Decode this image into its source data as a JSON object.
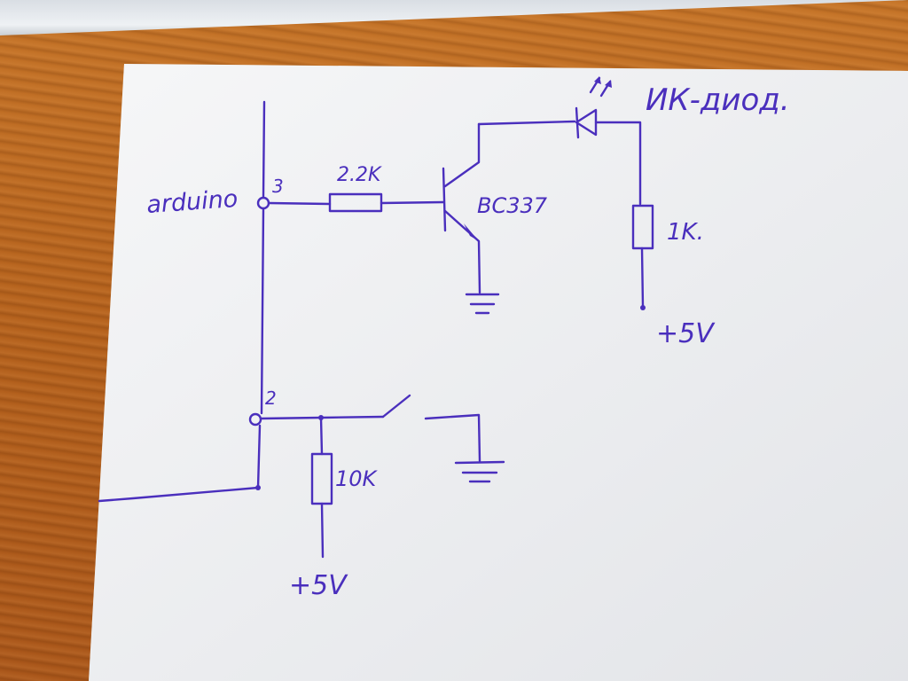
{
  "labels": {
    "arduino": "arduino",
    "pin3": "3",
    "pin2": "2",
    "r_base": "2.2K",
    "transistor": "BC337",
    "led_label": "ИК-диод.",
    "r_led": "1K.",
    "vcc_led": "+5V",
    "r_pull": "10K",
    "vcc_pull": "+5V"
  },
  "colors": {
    "ink": "#4a2fbd",
    "paper": "#f3f4f6",
    "desk": "#b9651f"
  }
}
